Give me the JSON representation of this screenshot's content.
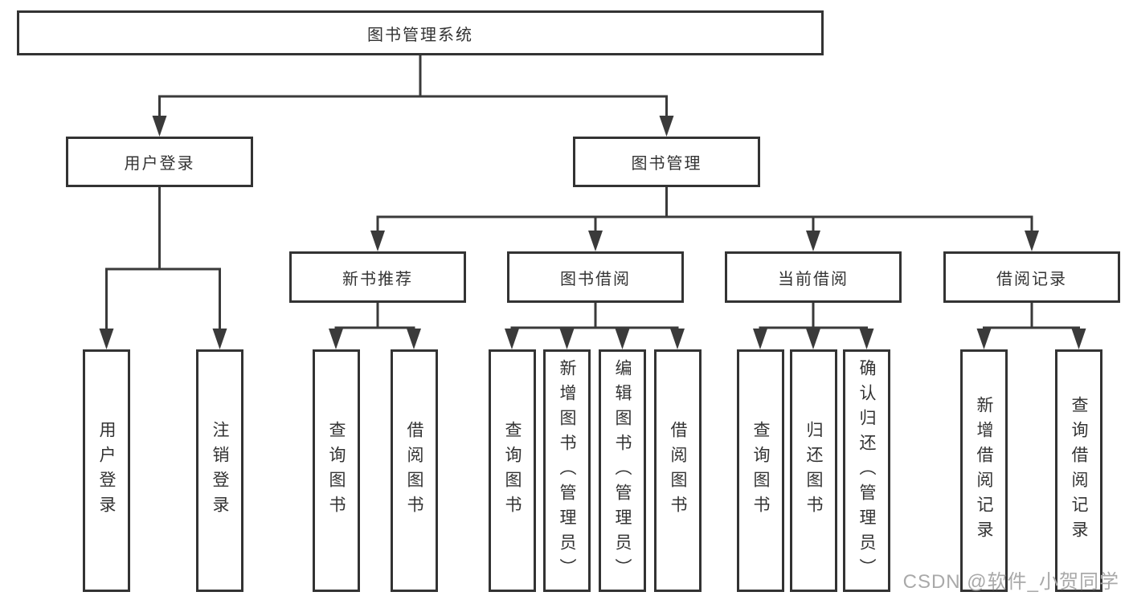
{
  "colors": {
    "line": "#3a3a3a",
    "box_border": "#333333",
    "text": "#333333",
    "background": "#ffffff",
    "watermark": "#a9a9a9"
  },
  "nodes": {
    "root": {
      "label": "图书管理系统"
    },
    "user_login": {
      "label": "用户登录"
    },
    "book_mgmt": {
      "label": "图书管理"
    },
    "new_book_rec": {
      "label": "新书推荐"
    },
    "book_borrow": {
      "label": "图书借阅"
    },
    "current_borrow": {
      "label": "当前借阅"
    },
    "borrow_records": {
      "label": "借阅记录"
    },
    "leaf_user_login": {
      "label": "用户登录"
    },
    "leaf_logout": {
      "label": "注销登录"
    },
    "leaf_query_book_rec": {
      "label": "查询图书"
    },
    "leaf_borrow_book_rec": {
      "label": "借阅图书"
    },
    "leaf_query_book_borrow": {
      "label": "查询图书"
    },
    "leaf_add_book": {
      "label": "新增图书（管理员）"
    },
    "leaf_edit_book": {
      "label": "编辑图书（管理员）"
    },
    "leaf_borrow_book": {
      "label": "借阅图书"
    },
    "leaf_query_book_current": {
      "label": "查询图书"
    },
    "leaf_return_book": {
      "label": "归还图书"
    },
    "leaf_confirm_return": {
      "label": "确认归还（管理员）"
    },
    "leaf_add_borrow_record": {
      "label": "新增借阅记录"
    },
    "leaf_query_borrow_record": {
      "label": "查询借阅记录"
    }
  },
  "watermark": {
    "text": "CSDN @软件_小贺同学"
  }
}
